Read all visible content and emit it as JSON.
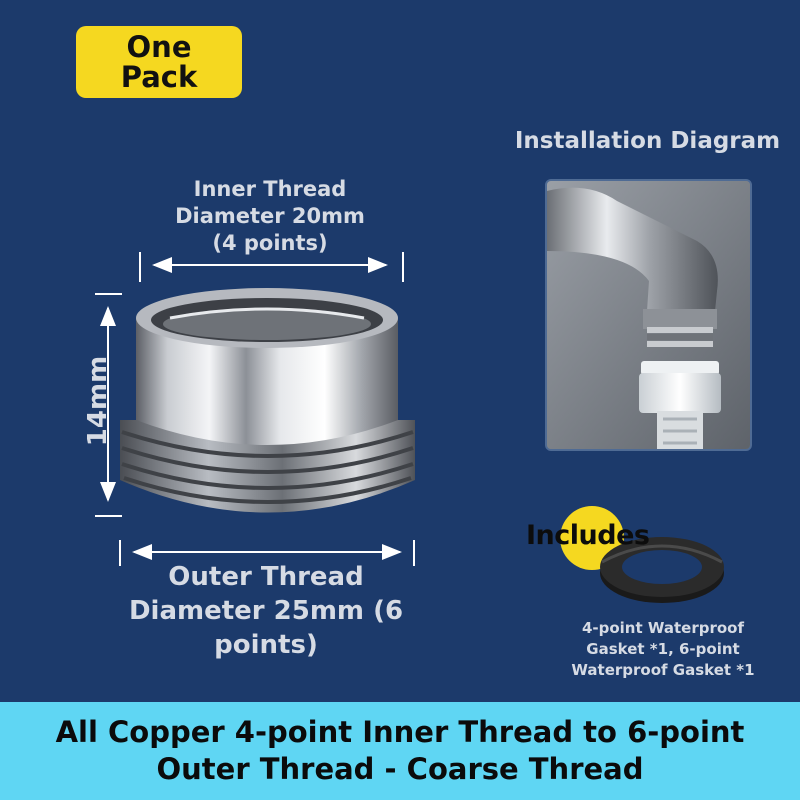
{
  "badge": {
    "line1": "One",
    "line2": "Pack"
  },
  "inner_thread": {
    "line1": "Inner Thread",
    "line2": "Diameter 20mm",
    "line3": "(4 points)"
  },
  "height_label": "14mm",
  "outer_thread": {
    "line1": "Outer Thread",
    "line2": "Diameter 25mm (6",
    "line3": "points)"
  },
  "installation": {
    "title": "Installation Diagram"
  },
  "includes": {
    "label": "Includes",
    "line1": "4-point Waterproof",
    "line2": "Gasket *1, 6-point",
    "line3": "Waterproof Gasket *1"
  },
  "banner": {
    "line1": "All Copper 4-point Inner Thread to 6-point",
    "line2": "Outer Thread - Coarse Thread"
  },
  "colors": {
    "background": "#1c3a6b",
    "badge": "#f5d820",
    "banner": "#5fd6f3",
    "text_light": "#d6dbe4"
  }
}
